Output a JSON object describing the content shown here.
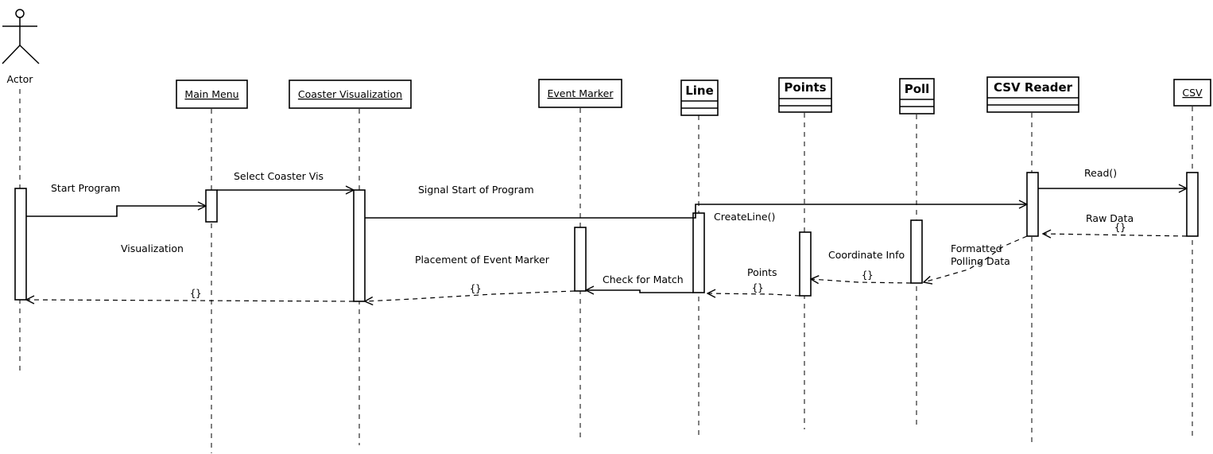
{
  "actor": {
    "label": "Actor"
  },
  "objects": {
    "main_menu": "Main Menu",
    "coaster_vis": "Coaster Visualization",
    "event_marker": "Event Marker",
    "line": "Line",
    "points": "Points",
    "poll": "Poll",
    "csv_reader": "CSV Reader",
    "csv": "CSV"
  },
  "messages": {
    "start_program": "Start Program",
    "select_coaster_vis": "Select Coaster Vis",
    "signal_start": "Signal Start of Program",
    "read": "Read()",
    "create_line": "CreateLine()",
    "raw_data": "Raw Data",
    "visualization": "Visualization",
    "placement_event_marker": "Placement of Event Marker",
    "coordinate_info": "Coordinate Info",
    "formatted_polling_line1": "Formatted",
    "formatted_polling_line2": "Polling Data",
    "points": "Points",
    "check_for_match": "Check for Match"
  },
  "return_braces": {
    "raw_data": "{}",
    "coordinate_info": "{}",
    "points": "{}",
    "event_marker": "{}",
    "visualization": "{}"
  }
}
